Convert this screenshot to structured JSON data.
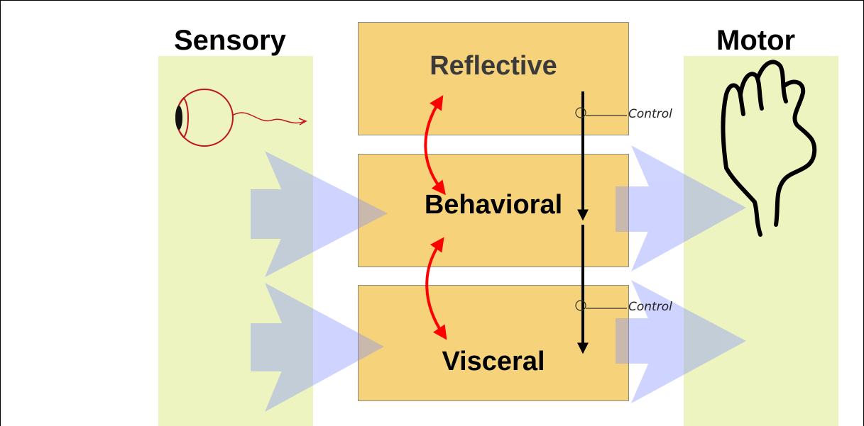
{
  "headings": {
    "sensory": "Sensory",
    "motor": "Motor"
  },
  "levels": [
    {
      "label": "Reflective",
      "color": "#3a3a3a"
    },
    {
      "label": "Behavioral",
      "color": "#000000"
    },
    {
      "label": "Visceral",
      "color": "#000000"
    }
  ],
  "control_labels": [
    "Control",
    "Control"
  ],
  "colors": {
    "column_bg": "#eef4c0",
    "box_fill": "#f6d27b",
    "flow_arrow": "#8090ff",
    "interaction_arrow": "#ff0000",
    "eye_stroke": "#c0151d"
  },
  "icons": {
    "sensory": "eye-icon",
    "motor": "hand-icon"
  }
}
